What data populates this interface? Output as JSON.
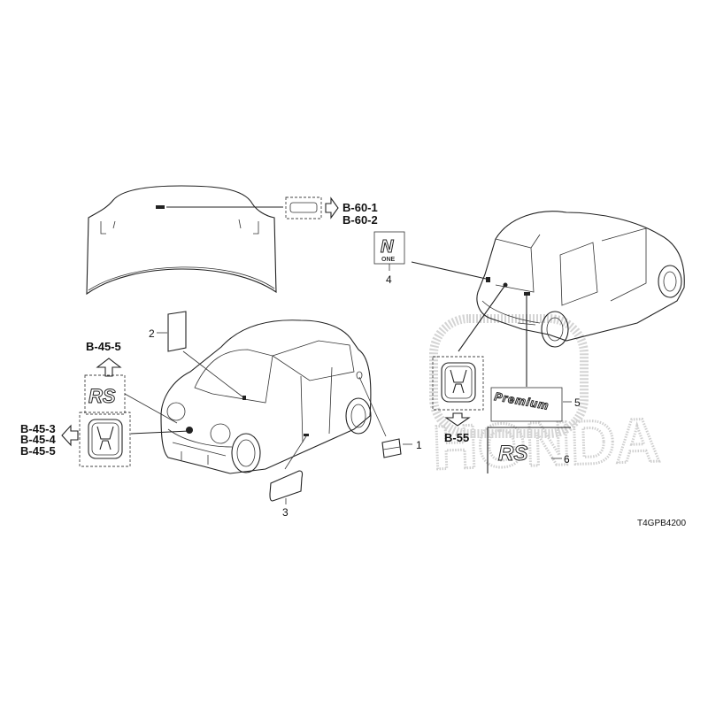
{
  "diagram": {
    "watermark": "HONDA",
    "drawing_code": "T4GPB4200",
    "references": {
      "hood": [
        "B-60-1",
        "B-60-2"
      ],
      "front_rs": "B-45-5",
      "front_emblem": [
        "B-45-3",
        "B-45-4",
        "B-45-5"
      ],
      "rear_emblem": "B-55"
    },
    "callouts": [
      "1",
      "2",
      "3",
      "4",
      "5",
      "6"
    ],
    "emblems": {
      "rs": "RS",
      "n_badge": "N",
      "n_badge_sub": "ONE",
      "premium": "Premium"
    }
  }
}
